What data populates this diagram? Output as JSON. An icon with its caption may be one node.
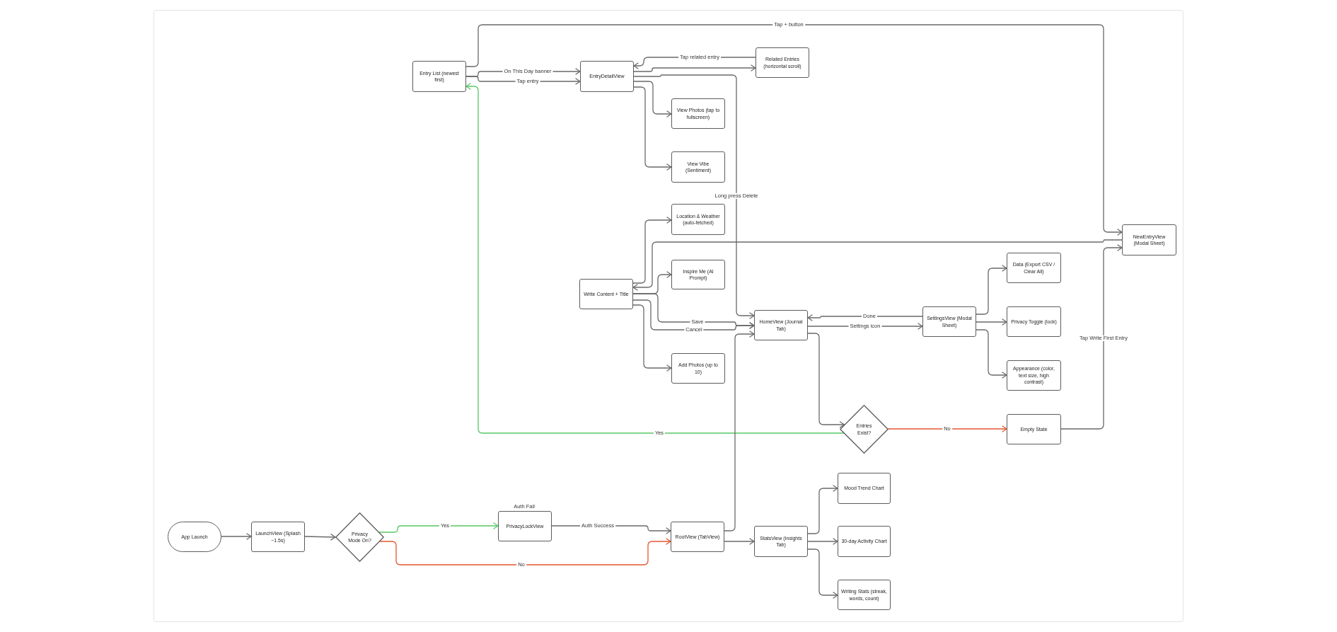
{
  "diagram": {
    "nodes": [
      {
        "text": [
          "Entry List (newest first)"
        ]
      },
      {
        "text": [
          "EntryDetailView"
        ]
      },
      {
        "text": [
          "Related Entries (horizontal scroll)"
        ]
      },
      {
        "text": [
          "View Photos (tap to fullscreen)"
        ]
      },
      {
        "text": [
          "View Vibe (Sentiment)"
        ]
      },
      {
        "text": [
          "Location & Weather (auto-fetched)"
        ]
      },
      {
        "text": [
          "NewEntryView (Modal Sheet)"
        ]
      },
      {
        "text": [
          "Data (Export CSV / Clear All)"
        ]
      },
      {
        "text": [
          "Inspire Me (AI Prompt)"
        ]
      },
      {
        "text": [
          "Write Content + Title"
        ]
      },
      {
        "text": [
          "HomeView (Journal Tab)"
        ]
      },
      {
        "text": [
          "SettingsView (Modal Sheet)"
        ]
      },
      {
        "text": [
          "Privacy Toggle (lock)"
        ]
      },
      {
        "text": [
          "Add Photos (up to 10)"
        ]
      },
      {
        "text": [
          "Appearance (color, text size, high contrast)"
        ]
      },
      {
        "text": [
          "Entries Exist?"
        ]
      },
      {
        "text": [
          "Empty State"
        ]
      },
      {
        "text": [
          "Mood Trend Chart"
        ]
      },
      {
        "text": [
          "App Launch"
        ]
      },
      {
        "text": [
          "LaunchView (Splash ~1.5s)"
        ]
      },
      {
        "text": [
          "Privacy Mode On?"
        ]
      },
      {
        "text": [
          "PrivacyLockView"
        ],
        "beside": [
          "Auth Fail"
        ]
      },
      {
        "text": [
          "RootView (TabView)"
        ]
      },
      {
        "text": [
          "StatsView (Insights Tab)"
        ]
      },
      {
        "text": [
          "30-day Activity Chart"
        ]
      },
      {
        "text": [
          "Writing Stats (streak, words, count)"
        ]
      }
    ],
    "edges": [
      {
        "from": 0,
        "to": 6,
        "arrow": "to",
        "label": "Tap + button"
      },
      {
        "from": 0,
        "to": 1,
        "arrow": "to",
        "label": "On This Day banner"
      },
      {
        "from": 0,
        "to": 1,
        "arrow": "to",
        "label": "Tap entry"
      },
      {
        "from": 2,
        "to": 1,
        "arrow": "to",
        "label": "Tap related entry"
      },
      {
        "from": 1,
        "to": 2,
        "arrow": "to"
      },
      {
        "from": 1,
        "to": 10,
        "arrow": "to",
        "label": "Long press Delete"
      },
      {
        "from": 1,
        "to": 3,
        "arrow": "to"
      },
      {
        "from": 1,
        "to": 4,
        "arrow": "to"
      },
      {
        "from": 9,
        "to": 5,
        "arrow": "to"
      },
      {
        "from": 6,
        "to": 9,
        "arrow": "to"
      },
      {
        "from": 9,
        "to": 8,
        "arrow": "to"
      },
      {
        "from": 9,
        "to": 10,
        "arrow": "to",
        "label": "Save"
      },
      {
        "from": 9,
        "to": 10,
        "arrow": "to",
        "label": "Cancel"
      },
      {
        "from": 9,
        "to": 13,
        "arrow": "to"
      },
      {
        "from": 11,
        "to": 10,
        "arrow": "to",
        "label": "Done"
      },
      {
        "from": 10,
        "to": 11,
        "arrow": "to",
        "label": "Settings icon"
      },
      {
        "from": 11,
        "to": 7,
        "arrow": "to"
      },
      {
        "from": 11,
        "to": 12,
        "arrow": "to"
      },
      {
        "from": 11,
        "to": 14,
        "arrow": "to"
      },
      {
        "from": 10,
        "to": 15,
        "arrow": "to"
      },
      {
        "from": 15,
        "to": 16,
        "arrow": "to",
        "label": "No",
        "color": "#e4572e"
      },
      {
        "from": 15,
        "to": 0,
        "arrow": "to",
        "label": "Yes",
        "color": "#57c765"
      },
      {
        "from": 16,
        "to": 6,
        "arrow": "to",
        "label": "Tap Write First Entry"
      },
      {
        "from": 18,
        "to": 19,
        "arrow": "to"
      },
      {
        "from": 19,
        "to": 20,
        "arrow": "to"
      },
      {
        "from": 20,
        "to": 21,
        "arrow": "to",
        "label": "Yes",
        "color": "#57c765"
      },
      {
        "from": 20,
        "to": 22,
        "arrow": "to",
        "label": "No",
        "color": "#e4572e"
      },
      {
        "from": 21,
        "to": 22,
        "arrow": "to",
        "label": "Auth Success"
      },
      {
        "from": 22,
        "to": 10,
        "arrow": "to"
      },
      {
        "from": 22,
        "to": 23,
        "arrow": "to"
      },
      {
        "from": 23,
        "to": 17,
        "arrow": "to"
      },
      {
        "from": 23,
        "to": 24,
        "arrow": "to"
      },
      {
        "from": 23,
        "to": 25,
        "arrow": "to"
      }
    ]
  }
}
